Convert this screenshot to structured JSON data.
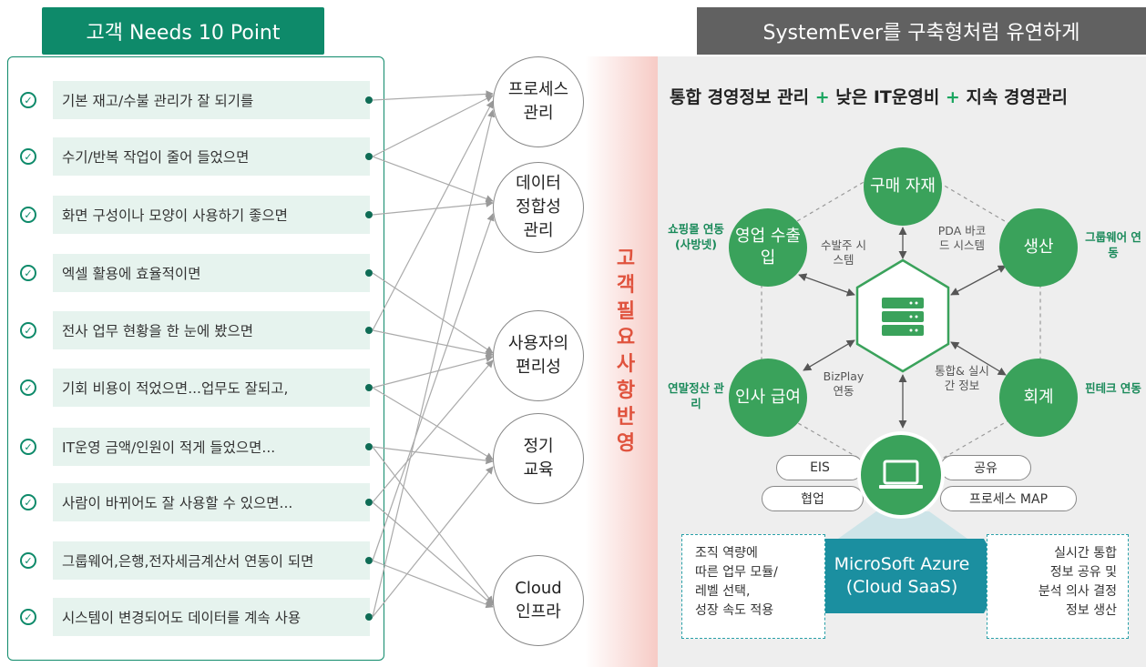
{
  "left_header": "고객 Needs 10 Point",
  "right_header": "SystemEver를 구축형처럼 유연하게",
  "needs": [
    "기본 재고/수불 관리가 잘 되기를",
    "수기/반복 작업이 줄어 들었으면",
    "화면 구성이나 모양이 사용하기 좋으면",
    "엑셀 활용에 효율적이면",
    "전사 업무 현황을 한 눈에 봤으면",
    "기회 비용이 적었으면...업무도 잘되고,",
    "IT운영 금액/인원이 적게 들었으면...",
    "사람이 바뀌어도 잘 사용할 수 있으면...",
    "그룹웨어,은행,전자세금계산서 연동이 되면",
    "시스템이 변경되어도 데이터를 계속 사용"
  ],
  "categories": [
    "프로세스\n관리",
    "데이터\n정합성\n관리",
    "사용자의\n편리성",
    "정기\n교육",
    "Cloud\n인프라"
  ],
  "reflect_text": "고\n객\n필\n요\n사\n항\n반\n영",
  "summary": {
    "part1": "통합 경영정보 관리",
    "plus": "+",
    "part2": "낮은 IT운영비",
    "part3": "지속 경영관리"
  },
  "modules": {
    "purchase": "구매\n자재",
    "sales": "영업\n수출입",
    "production": "생산",
    "hr": "인사\n급여",
    "accounting": "회계"
  },
  "link_labels": {
    "order": "수발주\n시스템",
    "pda": "PDA\n바코드\n시스템",
    "bizplay": "BizPlay\n연동",
    "integration": "통합&\n실시간\n정보"
  },
  "side_labels": {
    "shopping": "쇼핑몰\n연동\n(사방넷)",
    "groupware": "그룹웨어\n연동",
    "yearend": "연말정산\n관리",
    "fintech": "핀테크\n연동"
  },
  "pills": {
    "eis": "EIS",
    "share": "공유",
    "collab": "협업",
    "process_map": "프로세스 MAP"
  },
  "left_box": "조직 역량에\n따른 업무 모듈/\n레벨 선택,\n성장 속도 적용",
  "right_box": "실시간 통합\n정보 공유 및\n분석 의사 결정\n정보 생산",
  "azure": "MicroSoft Azure\n(Cloud SaaS)",
  "colors": {
    "green": "#0e8a6a",
    "module_green": "#3aa25b",
    "azure": "#1b8fa0",
    "reflect": "#e0533e"
  }
}
